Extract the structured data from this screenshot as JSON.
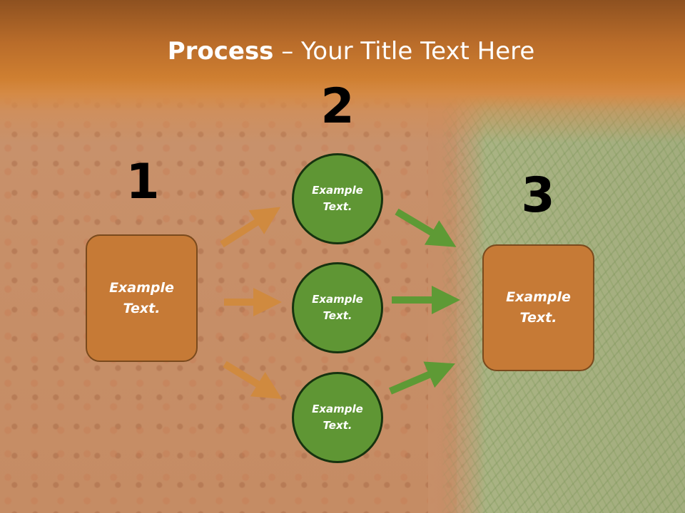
{
  "title": {
    "bold": "Process",
    "rest": " – Your Title Text Here"
  },
  "steps": [
    {
      "number": "1",
      "text": "Example Text."
    },
    {
      "number": "2",
      "items": [
        "Example Text.",
        "Example Text.",
        "Example Text."
      ]
    },
    {
      "number": "3",
      "text": "Example Text."
    }
  ],
  "colors": {
    "header": "#c97a33",
    "box_fill": "#c67a36",
    "circle_fill": "#5f9634",
    "orange_arrow": "#d08a3f",
    "green_arrow": "#5e9a35"
  }
}
